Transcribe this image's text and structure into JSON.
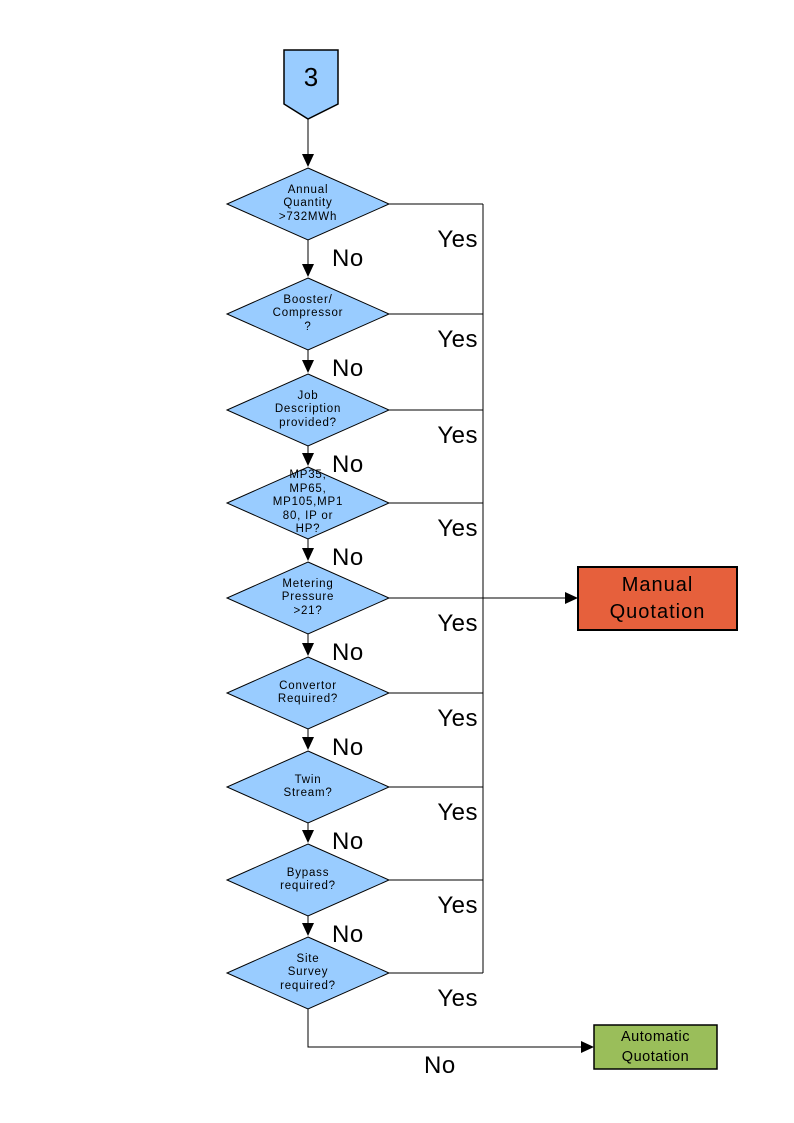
{
  "flow": {
    "start": {
      "label": "3"
    },
    "decisions": [
      {
        "text": "Annual\nQuantity\n>732MWh",
        "yes_label": "Yes",
        "no_label": "No"
      },
      {
        "text": "Booster/\nCompressor\n?",
        "yes_label": "Yes",
        "no_label": "No"
      },
      {
        "text": "Job\nDescription\nprovided?",
        "yes_label": "Yes",
        "no_label": "No"
      },
      {
        "text": "MP35,\nMP65,\nMP105,MP1\n80, IP or\nHP?",
        "yes_label": "Yes",
        "no_label": "No"
      },
      {
        "text": "Metering\nPressure\n>21?",
        "yes_label": "Yes",
        "no_label": "No"
      },
      {
        "text": "Convertor\nRequired?",
        "yes_label": "Yes",
        "no_label": "No"
      },
      {
        "text": "Twin\nStream?",
        "yes_label": "Yes",
        "no_label": "No"
      },
      {
        "text": "Bypass\nrequired?",
        "yes_label": "Yes",
        "no_label": "No"
      },
      {
        "text": "Site\nSurvey\nrequired?",
        "yes_label": "Yes",
        "no_label": "No"
      }
    ],
    "terminals": {
      "manual": {
        "label": "Manual\nQuotation",
        "fill": "#E6603C"
      },
      "automatic": {
        "label": "Automatic\nQuotation",
        "fill": "#9ABE5A"
      }
    },
    "colors": {
      "node_fill": "#99CCFF",
      "line": "#000000"
    }
  }
}
